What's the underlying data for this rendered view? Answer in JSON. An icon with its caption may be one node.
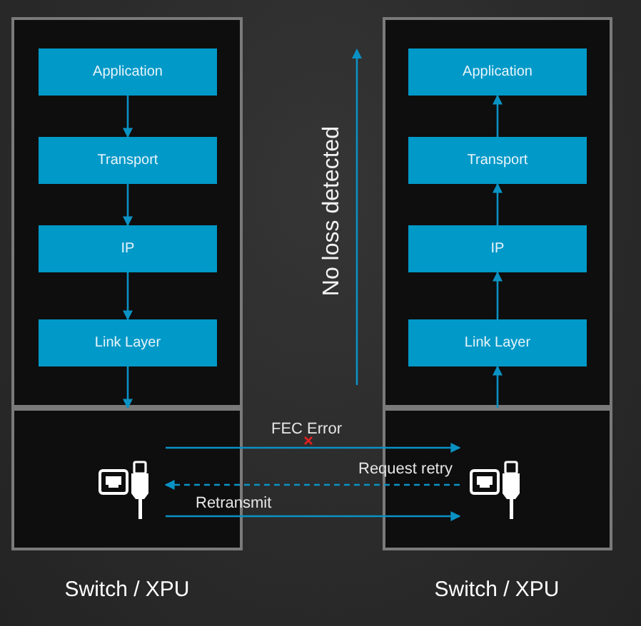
{
  "diagram": {
    "nodes": [
      {
        "text": [],
        "shape": "box"
      },
      {
        "text": [
          "Application"
        ],
        "in": 0
      },
      {
        "text": [
          "Transport"
        ],
        "in": 0
      },
      {
        "text": [
          "IP"
        ],
        "in": 0
      },
      {
        "text": [
          "Link Layer"
        ],
        "in": 0
      },
      {
        "text": [],
        "shape": "box",
        "beside": [
          "Switch / XPU"
        ]
      },
      {
        "text": [],
        "shape": "picture",
        "in": 5
      },
      {
        "text": [],
        "shape": "box"
      },
      {
        "text": [
          "Application"
        ],
        "in": 7
      },
      {
        "text": [
          "Transport"
        ],
        "in": 7
      },
      {
        "text": [
          "IP"
        ],
        "in": 7
      },
      {
        "text": [
          "Link Layer"
        ],
        "in": 7
      },
      {
        "text": [],
        "shape": "box",
        "beside": [
          "Switch / XPU"
        ]
      },
      {
        "text": [],
        "shape": "picture",
        "in": 12
      }
    ],
    "edges": [
      {
        "from": 1,
        "to": 2,
        "arrow": "to"
      },
      {
        "from": 2,
        "to": 3,
        "arrow": "to"
      },
      {
        "from": 3,
        "to": 4,
        "arrow": "to"
      },
      {
        "from": 4,
        "to": 5,
        "arrow": "to"
      },
      {
        "from": 12,
        "to": 11,
        "arrow": "to"
      },
      {
        "from": 11,
        "to": 10,
        "arrow": "to"
      },
      {
        "from": 10,
        "to": 9,
        "arrow": "to"
      },
      {
        "from": 9,
        "to": 8,
        "arrow": "to"
      },
      {
        "from": 6,
        "to": 13,
        "arrow": "to",
        "label": "FEC Error"
      },
      {
        "from": 13,
        "to": 6,
        "arrow": "to",
        "style": "dashed",
        "label": "Request retry"
      },
      {
        "from": 6,
        "to": 13,
        "arrow": "to",
        "label": "Retransmit"
      }
    ],
    "labels": [
      "No loss detected"
    ]
  }
}
